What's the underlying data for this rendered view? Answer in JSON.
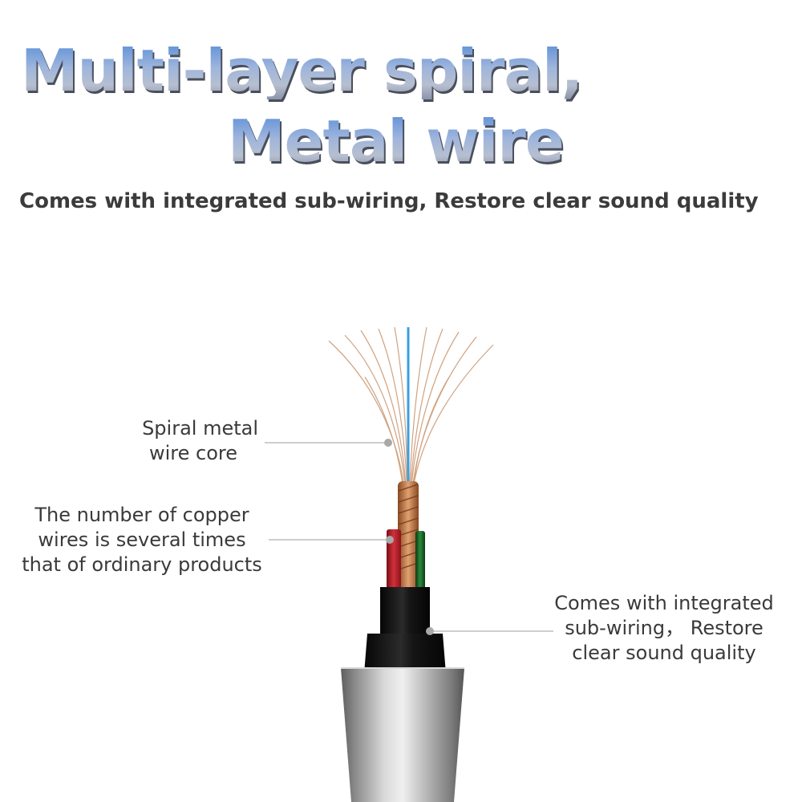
{
  "headline": {
    "line1": "Multi-layer spiral,",
    "line2": "Metal wire"
  },
  "subtitle": "Comes with integrated sub-wiring, Restore clear sound quality",
  "callouts": {
    "core": {
      "line1": "Spiral metal",
      "line2": "wire core"
    },
    "copper": {
      "line1": "The number of copper",
      "line2": "wires is several times",
      "line3": "that of ordinary products"
    },
    "subwiring": {
      "line1": "Comes with integrated",
      "line2": "sub-wiring， Restore",
      "line3": "clear sound quality"
    }
  },
  "colors": {
    "headline_top": "#5b8fd8",
    "headline_bottom": "#8a93a8",
    "text": "#3a3a3a",
    "copper": "#c8814f",
    "core_blue": "#3aa0e0",
    "red_wire": "#c0202c",
    "green_wire": "#1d6b2a",
    "jacket": "#141414",
    "connector": "#9a9a9a",
    "leader_dot": "#a9a9a9"
  }
}
